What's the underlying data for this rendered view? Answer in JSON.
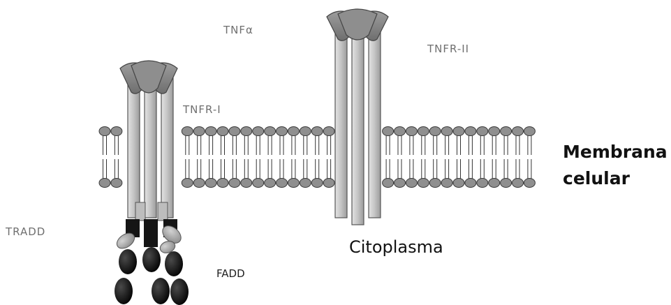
{
  "labels": {
    "tnf_alpha": "TNFα",
    "tnfr_i": "TNFR-I",
    "tnfr_ii": "TNFR-II",
    "tradd": "TRADD",
    "fadd": "FADD",
    "citoplasma": "Citoplasma",
    "membrana_line1": "Membrana",
    "membrana_line2": "celular"
  },
  "colors": {
    "receptor_fill": "#c6c6c6",
    "ligand_fill": "#8a8a8a",
    "head_fill": "#8c8c8c",
    "death_domain": "#151515",
    "adaptor_fill": "#1a1a1a",
    "tradd_fill": "#a9a9a9"
  }
}
